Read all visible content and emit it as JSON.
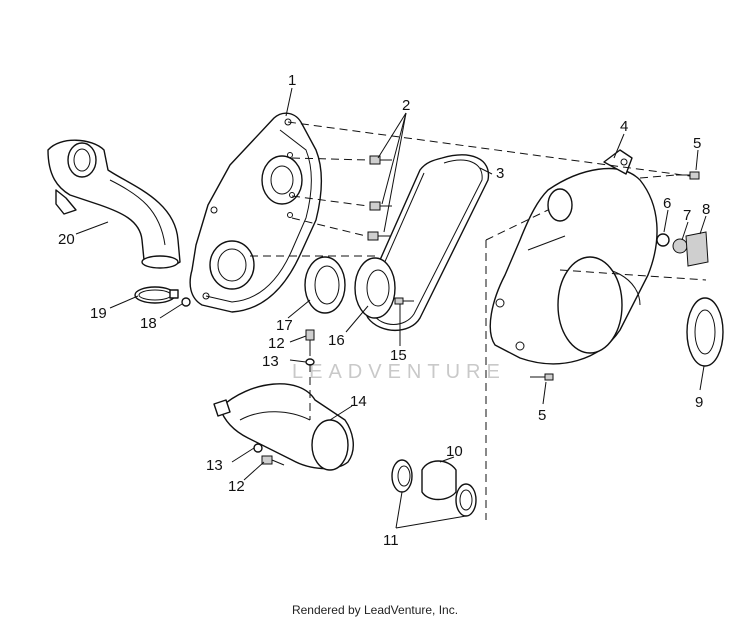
{
  "watermark": "LEADVENTURE",
  "footer": "Rendered by LeadVenture, Inc.",
  "callouts": [
    "1",
    "2",
    "3",
    "4",
    "5",
    "5",
    "6",
    "7",
    "8",
    "9",
    "10",
    "11",
    "12",
    "12",
    "13",
    "13",
    "14",
    "15",
    "16",
    "17",
    "18",
    "19",
    "20"
  ]
}
